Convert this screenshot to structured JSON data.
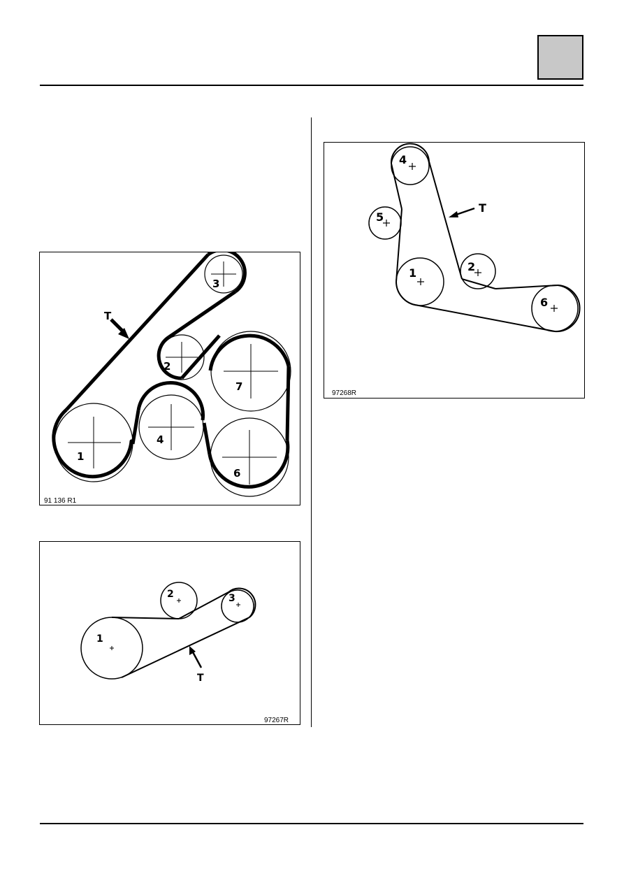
{
  "figure_a": {
    "ref": "91 136 R1",
    "labels": {
      "p1": "1",
      "p2": "2",
      "p3": "3",
      "p4": "4",
      "p6": "6",
      "p7": "7",
      "belt": "T"
    }
  },
  "figure_b": {
    "ref": "97267R",
    "labels": {
      "p1": "1",
      "p2": "2",
      "p3": "3",
      "belt": "T"
    }
  },
  "figure_c": {
    "ref": "97268R",
    "labels": {
      "p1": "1",
      "p2": "2",
      "p4": "4",
      "p5": "5",
      "p6": "6",
      "belt": "T"
    }
  }
}
